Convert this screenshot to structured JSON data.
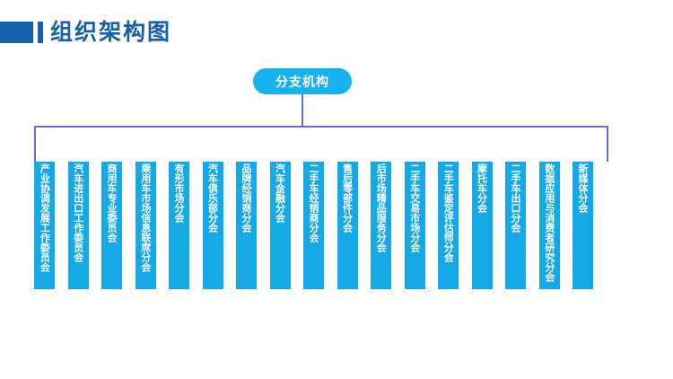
{
  "header": {
    "title": "组织架构图",
    "accent_color": "#1560ac"
  },
  "chart_data": {
    "type": "diagram",
    "diagram_kind": "organization-chart",
    "title": "组织架构图",
    "root": {
      "label": "分支机构",
      "color": "#15b2ef"
    },
    "connector_color": "#6272c6",
    "leaf_color": "#16a9e8",
    "leaves": [
      {
        "label": "产业协调发展工作委员会",
        "chars": 11
      },
      {
        "label": "汽车进出口工作委员会",
        "chars": 10
      },
      {
        "label": "商用车专业委员会",
        "chars": 8
      },
      {
        "label": "乘用车市场信息联席分会",
        "chars": 11
      },
      {
        "label": "有形市场分会",
        "chars": 6
      },
      {
        "label": "汽车俱乐部分会",
        "chars": 7
      },
      {
        "label": "品牌经销商分会",
        "chars": 7
      },
      {
        "label": "汽车金融分会",
        "chars": 6
      },
      {
        "label": "二手车经销商分会",
        "chars": 8
      },
      {
        "label": "售后零部件分会",
        "chars": 7
      },
      {
        "label": "后市场精品服务分会",
        "chars": 9
      },
      {
        "label": "二手车交易市场分会",
        "chars": 9
      },
      {
        "label": "二手车鉴定评估师分会",
        "chars": 10
      },
      {
        "label": "摩托车分会",
        "chars": 5
      },
      {
        "label": "二手车出口分会",
        "chars": 7
      },
      {
        "label": "数据应用与消费者研究分会",
        "chars": 12
      },
      {
        "label": "新媒体分会",
        "chars": 5
      }
    ],
    "leaf_count": 17
  }
}
